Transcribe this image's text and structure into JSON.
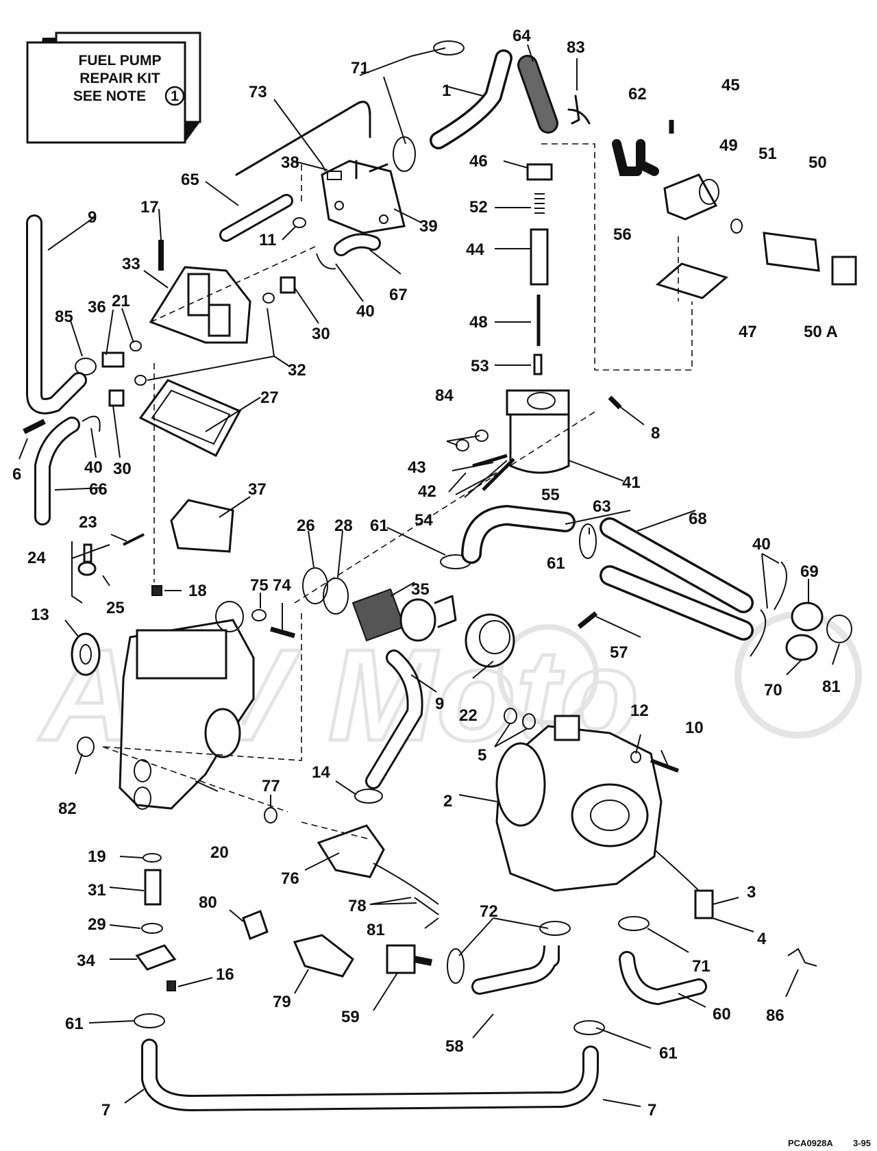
{
  "note_box": {
    "line1": "FUEL PUMP",
    "line2": "REPAIR KIT",
    "line3": "SEE NOTE",
    "note_number": "1"
  },
  "watermark": "ATV Moto",
  "drawing_code": "PCA0928A",
  "drawing_date": "3-95",
  "callouts": [
    {
      "id": "c1",
      "text": "1"
    },
    {
      "id": "c2",
      "text": "2"
    },
    {
      "id": "c3",
      "text": "3"
    },
    {
      "id": "c4",
      "text": "4"
    },
    {
      "id": "c5",
      "text": "5"
    },
    {
      "id": "c6",
      "text": "6"
    },
    {
      "id": "c7a",
      "text": "7"
    },
    {
      "id": "c7b",
      "text": "7"
    },
    {
      "id": "c8",
      "text": "8"
    },
    {
      "id": "c9a",
      "text": "9"
    },
    {
      "id": "c9b",
      "text": "9"
    },
    {
      "id": "c10",
      "text": "10"
    },
    {
      "id": "c11",
      "text": "11"
    },
    {
      "id": "c12",
      "text": "12"
    },
    {
      "id": "c13",
      "text": "13"
    },
    {
      "id": "c14",
      "text": "14"
    },
    {
      "id": "c16",
      "text": "16"
    },
    {
      "id": "c17",
      "text": "17"
    },
    {
      "id": "c18",
      "text": "18"
    },
    {
      "id": "c19",
      "text": "19"
    },
    {
      "id": "c20",
      "text": "20"
    },
    {
      "id": "c21",
      "text": "21"
    },
    {
      "id": "c22",
      "text": "22"
    },
    {
      "id": "c23",
      "text": "23"
    },
    {
      "id": "c24",
      "text": "24"
    },
    {
      "id": "c25",
      "text": "25"
    },
    {
      "id": "c26",
      "text": "26"
    },
    {
      "id": "c27",
      "text": "27"
    },
    {
      "id": "c28",
      "text": "28"
    },
    {
      "id": "c29",
      "text": "29"
    },
    {
      "id": "c30a",
      "text": "30"
    },
    {
      "id": "c30b",
      "text": "30"
    },
    {
      "id": "c31",
      "text": "31"
    },
    {
      "id": "c32",
      "text": "32"
    },
    {
      "id": "c33",
      "text": "33"
    },
    {
      "id": "c34",
      "text": "34"
    },
    {
      "id": "c35",
      "text": "35"
    },
    {
      "id": "c36",
      "text": "36"
    },
    {
      "id": "c37",
      "text": "37"
    },
    {
      "id": "c38",
      "text": "38"
    },
    {
      "id": "c39",
      "text": "39"
    },
    {
      "id": "c40a",
      "text": "40"
    },
    {
      "id": "c40b",
      "text": "40"
    },
    {
      "id": "c40c",
      "text": "40"
    },
    {
      "id": "c41",
      "text": "41"
    },
    {
      "id": "c42",
      "text": "42"
    },
    {
      "id": "c43",
      "text": "43"
    },
    {
      "id": "c44",
      "text": "44"
    },
    {
      "id": "c45",
      "text": "45"
    },
    {
      "id": "c46",
      "text": "46"
    },
    {
      "id": "c47",
      "text": "47"
    },
    {
      "id": "c48",
      "text": "48"
    },
    {
      "id": "c49",
      "text": "49"
    },
    {
      "id": "c50",
      "text": "50"
    },
    {
      "id": "c50A",
      "text": "50 A"
    },
    {
      "id": "c51",
      "text": "51"
    },
    {
      "id": "c52",
      "text": "52"
    },
    {
      "id": "c53",
      "text": "53"
    },
    {
      "id": "c54",
      "text": "54"
    },
    {
      "id": "c55",
      "text": "55"
    },
    {
      "id": "c56",
      "text": "56"
    },
    {
      "id": "c57",
      "text": "57"
    },
    {
      "id": "c58",
      "text": "58"
    },
    {
      "id": "c59",
      "text": "59"
    },
    {
      "id": "c60",
      "text": "60"
    },
    {
      "id": "c61a",
      "text": "61"
    },
    {
      "id": "c61b",
      "text": "61"
    },
    {
      "id": "c61c",
      "text": "61"
    },
    {
      "id": "c61d",
      "text": "61"
    },
    {
      "id": "c62",
      "text": "62"
    },
    {
      "id": "c63",
      "text": "63"
    },
    {
      "id": "c64",
      "text": "64"
    },
    {
      "id": "c65",
      "text": "65"
    },
    {
      "id": "c66",
      "text": "66"
    },
    {
      "id": "c67",
      "text": "67"
    },
    {
      "id": "c68",
      "text": "68"
    },
    {
      "id": "c69",
      "text": "69"
    },
    {
      "id": "c70",
      "text": "70"
    },
    {
      "id": "c71a",
      "text": "71"
    },
    {
      "id": "c71b",
      "text": "71"
    },
    {
      "id": "c72",
      "text": "72"
    },
    {
      "id": "c73",
      "text": "73"
    },
    {
      "id": "c74",
      "text": "74"
    },
    {
      "id": "c75",
      "text": "75"
    },
    {
      "id": "c76",
      "text": "76"
    },
    {
      "id": "c77",
      "text": "77"
    },
    {
      "id": "c78",
      "text": "78"
    },
    {
      "id": "c79",
      "text": "79"
    },
    {
      "id": "c80",
      "text": "80"
    },
    {
      "id": "c81a",
      "text": "81"
    },
    {
      "id": "c81b",
      "text": "81"
    },
    {
      "id": "c82",
      "text": "82"
    },
    {
      "id": "c83",
      "text": "83"
    },
    {
      "id": "c84",
      "text": "84"
    },
    {
      "id": "c85",
      "text": "85"
    },
    {
      "id": "c86",
      "text": "86"
    }
  ]
}
